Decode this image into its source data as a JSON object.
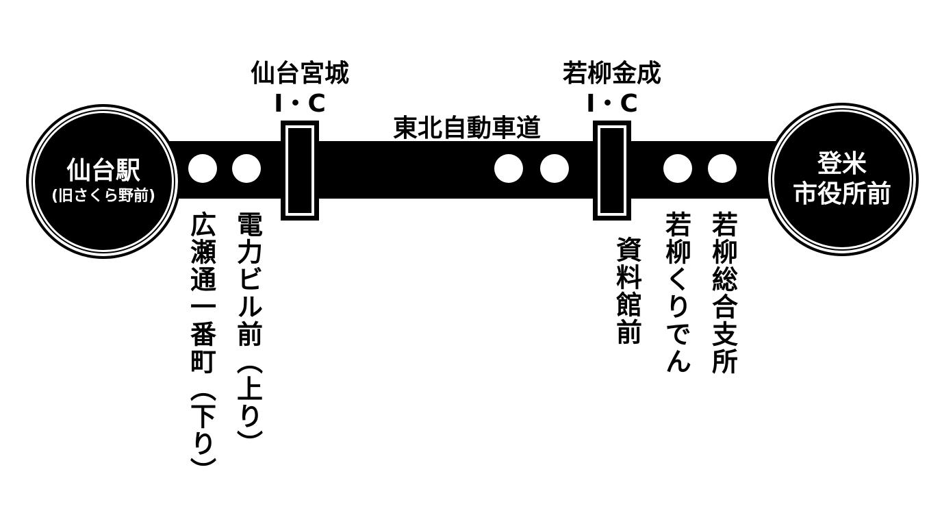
{
  "title": "東北自動車道",
  "terminals": {
    "left": {
      "name": "仙台駅",
      "sub": "(旧さくら野前)"
    },
    "right": {
      "line1": "登米",
      "line2": "市役所前"
    }
  },
  "interchanges": [
    {
      "name": "仙台宮城",
      "suffix": "I・C"
    },
    {
      "name": "若柳金成",
      "suffix": "I・C"
    }
  ],
  "stops": [
    "広瀬通一番町（下り）",
    "電力ビル前（上り）",
    "資料館前",
    "若柳くりでん",
    "若柳総合支所"
  ]
}
